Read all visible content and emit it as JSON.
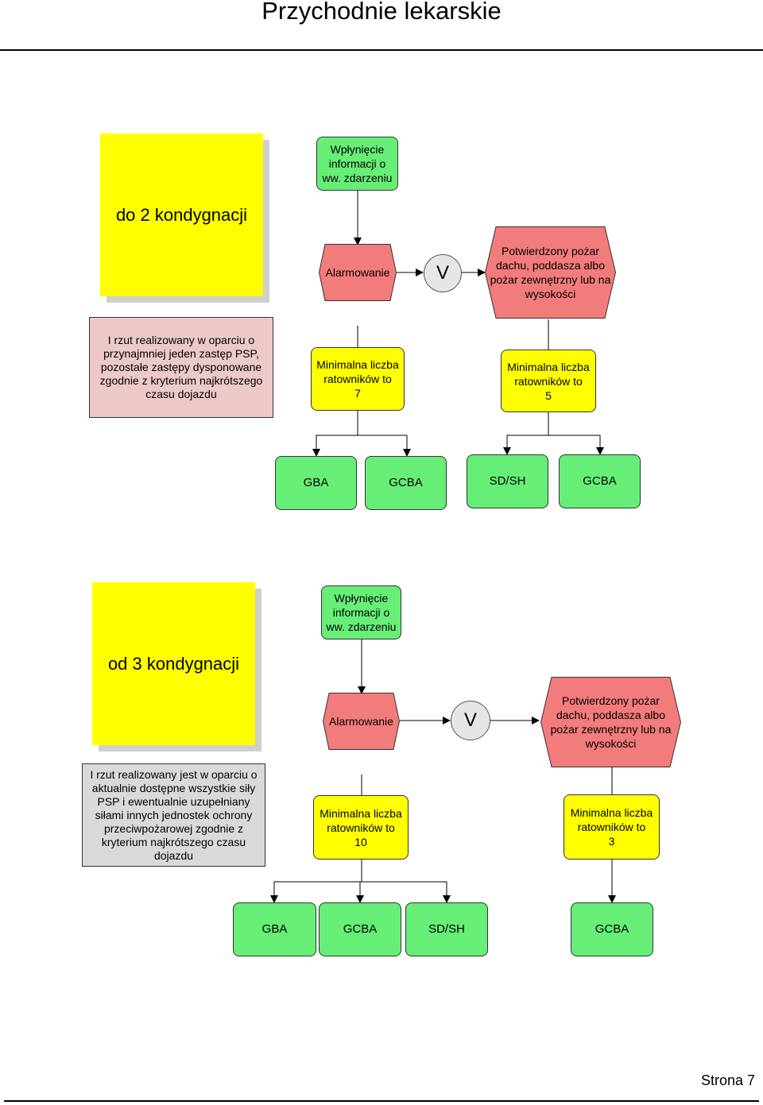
{
  "page": {
    "title": "Przychodnie lekarskie",
    "footer": "Strona 7"
  },
  "section1": {
    "note": "do 2 kondygnacji",
    "event": "Wpłynięcie\ninformacji o\nww. zdarzeniu",
    "alarm": "Alarmowanie",
    "operator": "V",
    "confirmed": "Potwierdzony pożar\ndachu, poddasza albo\npożar zewnętrzny lub na\nwysokości",
    "info": "I rzut realizowany w oparciu o\nprzynajmniej jeden zastęp PSP,\npozostałe zastępy dysponowane\nzgodnie z kryterium najkrótszego\nczasu dojazdu",
    "min_left": "Minimalna liczba\nratowników to\n7",
    "min_right": "Minimalna liczba\nratowników to\n5",
    "units": [
      "GBA",
      "GCBA",
      "SD/SH",
      "GCBA"
    ]
  },
  "section2": {
    "note": "od 3 kondygnacji",
    "event": "Wpłynięcie\ninformacji o\nww. zdarzeniu",
    "alarm": "Alarmowanie",
    "operator": "V",
    "confirmed": "Potwierdzony pożar\ndachu, poddasza albo\npożar zewnętrzny lub na\nwysokości",
    "info": "I rzut realizowany jest w oparciu o\naktualnie dostępne wszystkie siły\nPSP i ewentualnie uzupełniany\nsiłami innych jednostek ochrony\nprzeciwpożarowej zgodnie z\nkryterium najkrótszego czasu\ndojazdu",
    "min_left": "Minimalna liczba\nratowników to\n10",
    "min_right": "Minimalna liczba\nratowników to\n3",
    "units": [
      "GBA",
      "GCBA",
      "SD/SH",
      "GCBA"
    ]
  },
  "colors": {
    "note": "#ffff00",
    "event": "#66ee77",
    "alarm": "#f27b7b",
    "info_pink": "#ecc8c8",
    "info_gray": "#d9d9d9",
    "operator": "#e6e6e6"
  }
}
